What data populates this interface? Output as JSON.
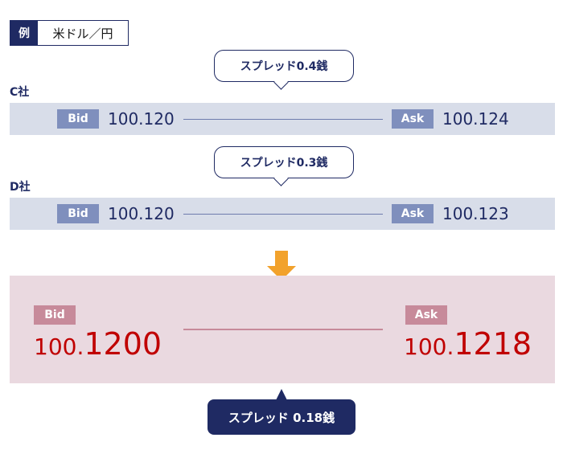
{
  "header": {
    "tag": "例",
    "pair": "米ドル／円"
  },
  "quotes": [
    {
      "company": "C社",
      "spread": "スプレッド0.4銭",
      "bid_label": "Bid",
      "bid": "100.120",
      "ask_label": "Ask",
      "ask": "100.124"
    },
    {
      "company": "D社",
      "spread": "スプレッド0.3銭",
      "bid_label": "Bid",
      "bid": "100.120",
      "ask_label": "Ask",
      "ask": "100.123"
    }
  ],
  "result": {
    "bid_label": "Bid",
    "bid_prefix": "100.",
    "bid_main": "1200",
    "ask_label": "Ask",
    "ask_prefix": "100.",
    "ask_main": "1218",
    "spread": "スプレッド 0.18銭"
  },
  "colors": {
    "navy": "#1f2a63",
    "band": "#d8dde9",
    "label": "#7f8fbd",
    "arrow": "#f2a22c",
    "result_bg": "#ead9e0",
    "result_label": "#c78a9a",
    "red": "#c00000"
  }
}
